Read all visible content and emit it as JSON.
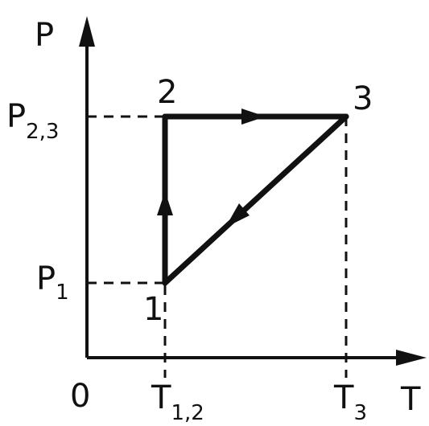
{
  "axes": {
    "y_label": "P",
    "x_label": "T",
    "origin_label": "0"
  },
  "pressure_labels": [
    {
      "main": "P",
      "sub": "2,3"
    },
    {
      "main": "P",
      "sub": "1"
    }
  ],
  "temperature_labels": [
    {
      "main": "T",
      "sub": "1,2"
    },
    {
      "main": "T",
      "sub": "3"
    }
  ],
  "states": [
    {
      "label": "1"
    },
    {
      "label": "2"
    },
    {
      "label": "3"
    }
  ],
  "process_arrows": [
    {
      "from": "1",
      "to": "2"
    },
    {
      "from": "2",
      "to": "3"
    },
    {
      "from": "3",
      "to": "1"
    }
  ]
}
